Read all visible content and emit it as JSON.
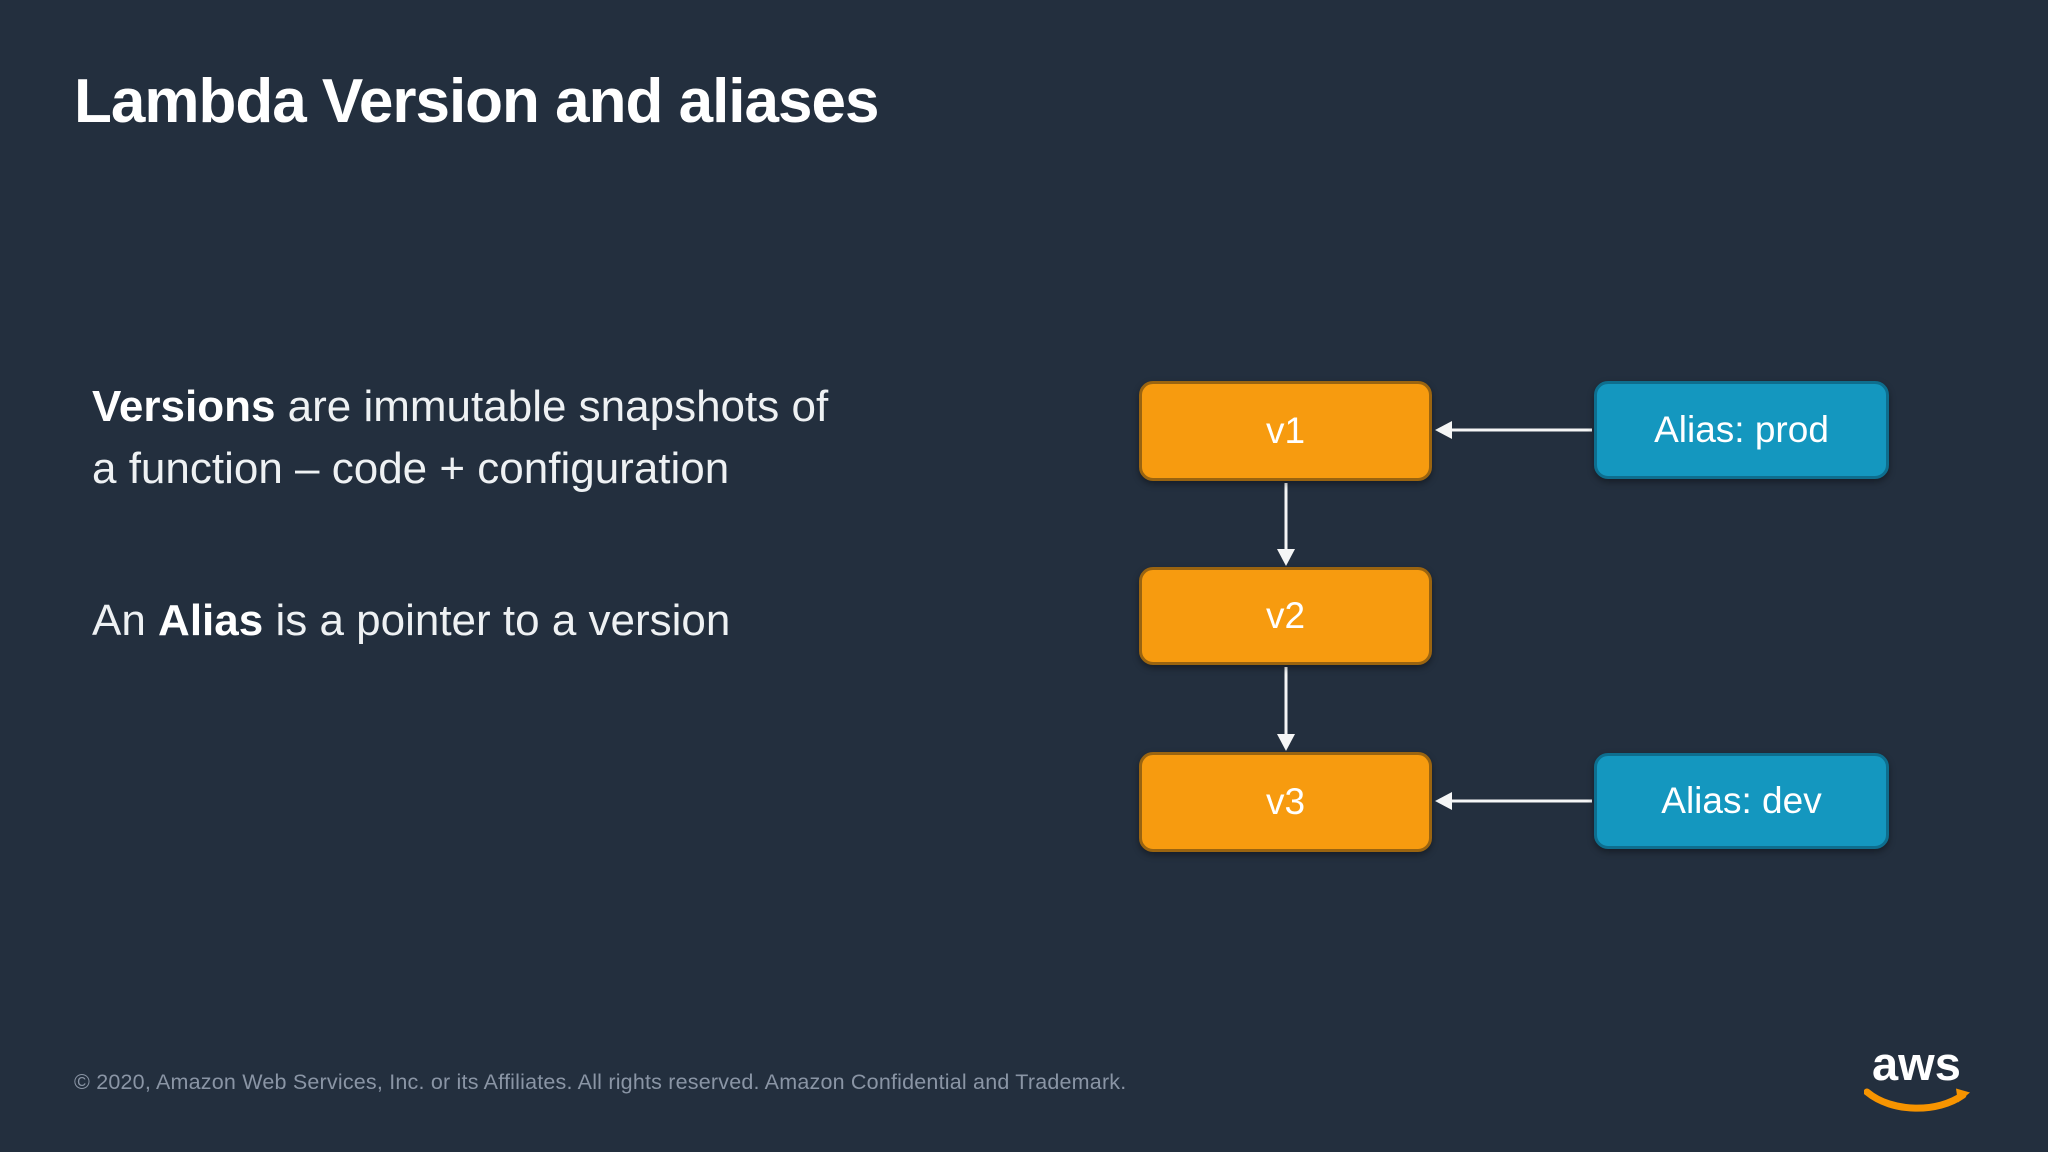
{
  "slide": {
    "title": "Lambda Version and aliases",
    "body": {
      "p1_bold": "Versions",
      "p1_rest": " are immutable snapshots of\na function – code + configuration",
      "p2_pre": "An ",
      "p2_bold": "Alias",
      "p2_rest": " is a pointer to a version"
    },
    "diagram": {
      "versions": [
        {
          "id": "v1"
        },
        {
          "id": "v2"
        },
        {
          "id": "v3"
        }
      ],
      "aliases": [
        {
          "label": "Alias: prod",
          "points_to": "v1"
        },
        {
          "label": "Alias: dev",
          "points_to": "v3"
        }
      ],
      "colors": {
        "version_fill": "#F79B0F",
        "version_border": "#9A6410",
        "alias_fill": "#1497BF",
        "alias_border": "#0E6E8E",
        "arrow": "#FFFFFF",
        "background": "#232F3E"
      }
    },
    "footer": "© 2020, Amazon Web Services, Inc. or its Affiliates. All rights reserved. Amazon Confidential and Trademark.",
    "logo_text": "aws"
  }
}
